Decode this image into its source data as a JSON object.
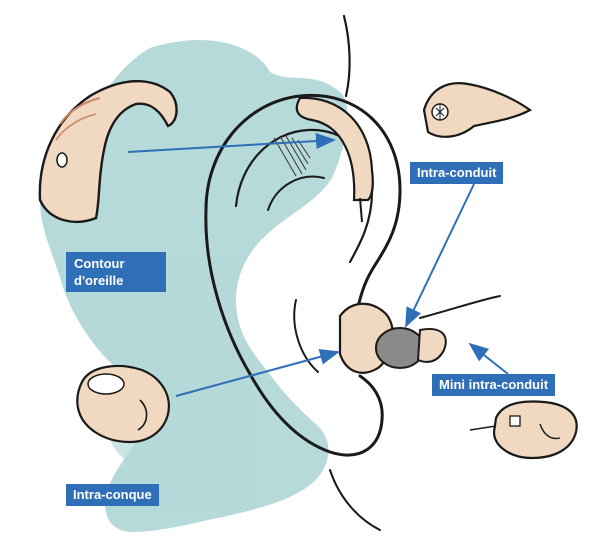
{
  "labels": {
    "contour_oreille": "Contour\nd'oreille",
    "intra_conduit": "Intra-conduit",
    "mini_intra_conduit": "Mini intra-conduit",
    "intra_conque": "Intra-conque"
  },
  "colors": {
    "label_bg": "#2f6fb7",
    "label_text": "#ffffff",
    "arrow": "#2f6fb7",
    "background_wash": "#a9d3d3",
    "skin": "#f1d8c0",
    "device_dark": "#8a8a8a",
    "outline": "#1a1a1a"
  }
}
